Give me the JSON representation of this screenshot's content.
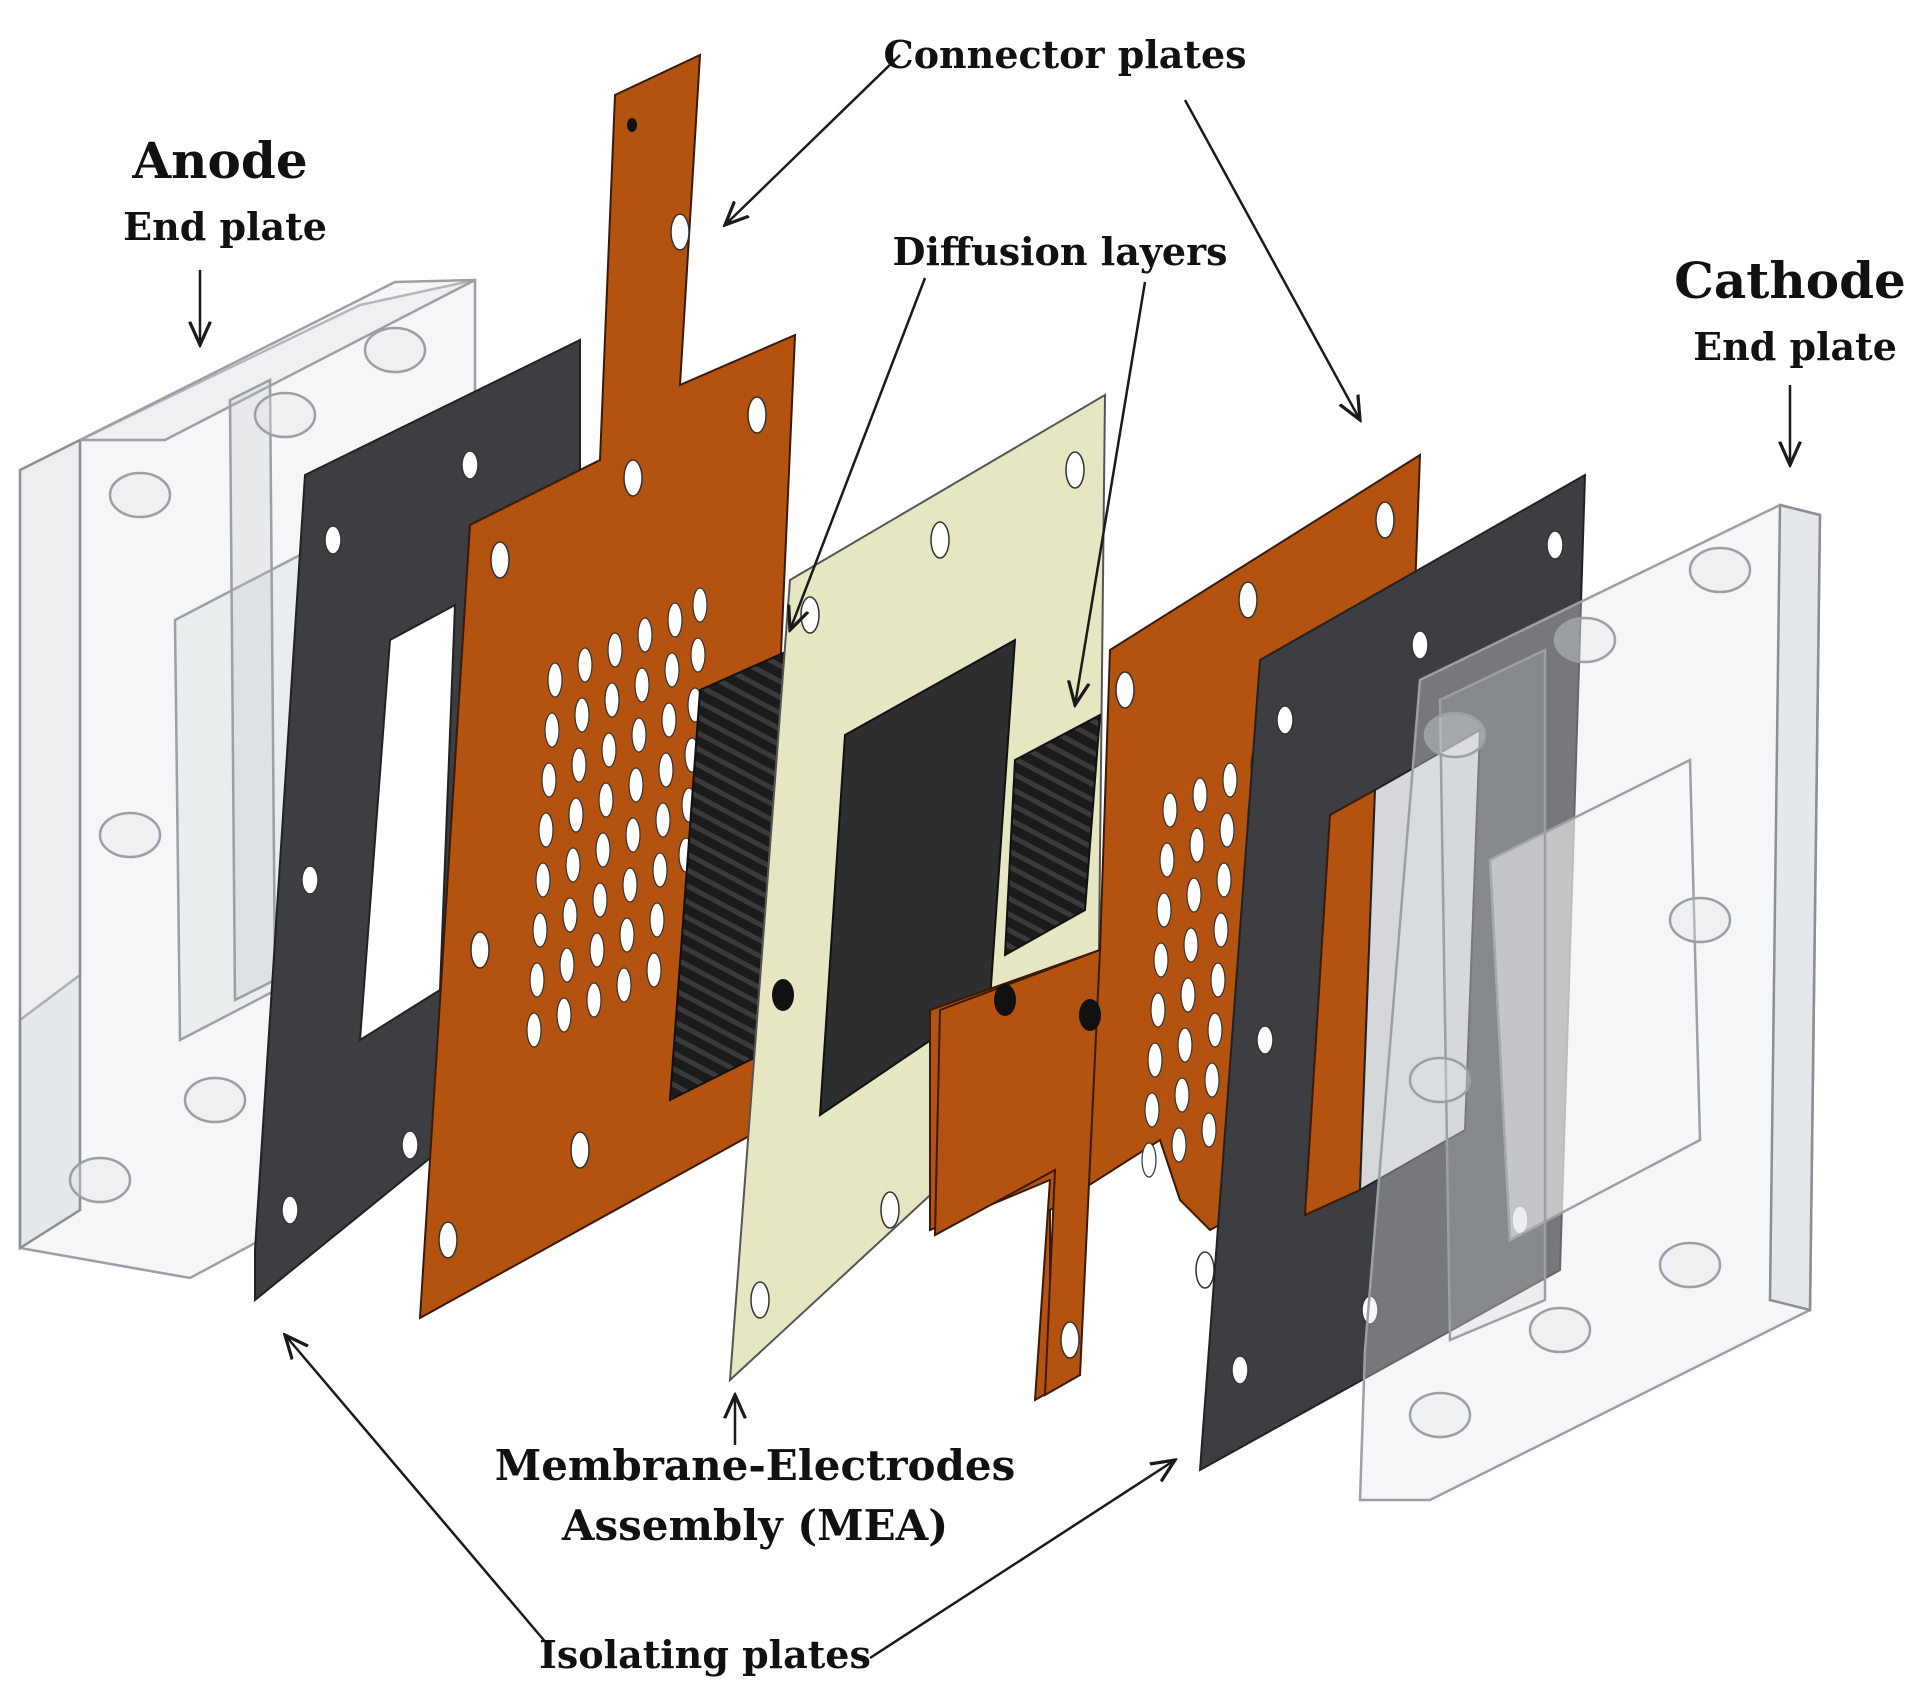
{
  "labels": {
    "anode_title": "Anode",
    "anode_sub": "End plate",
    "cathode_title": "Cathode",
    "cathode_sub": "End plate",
    "connector_plates": "Connector plates",
    "diffusion_layers": "Diffusion layers",
    "mea_line1": "Membrane-Electrodes",
    "mea_line2": "Assembly (MEA)",
    "isolating_plates": "Isolating plates"
  },
  "colors": {
    "copper": "#B4530F",
    "isolator": "#3C3E42",
    "membrane": "#E7E6C2",
    "diffusion": "#1B1B1B",
    "glass_edge": "#9AA0A6"
  }
}
